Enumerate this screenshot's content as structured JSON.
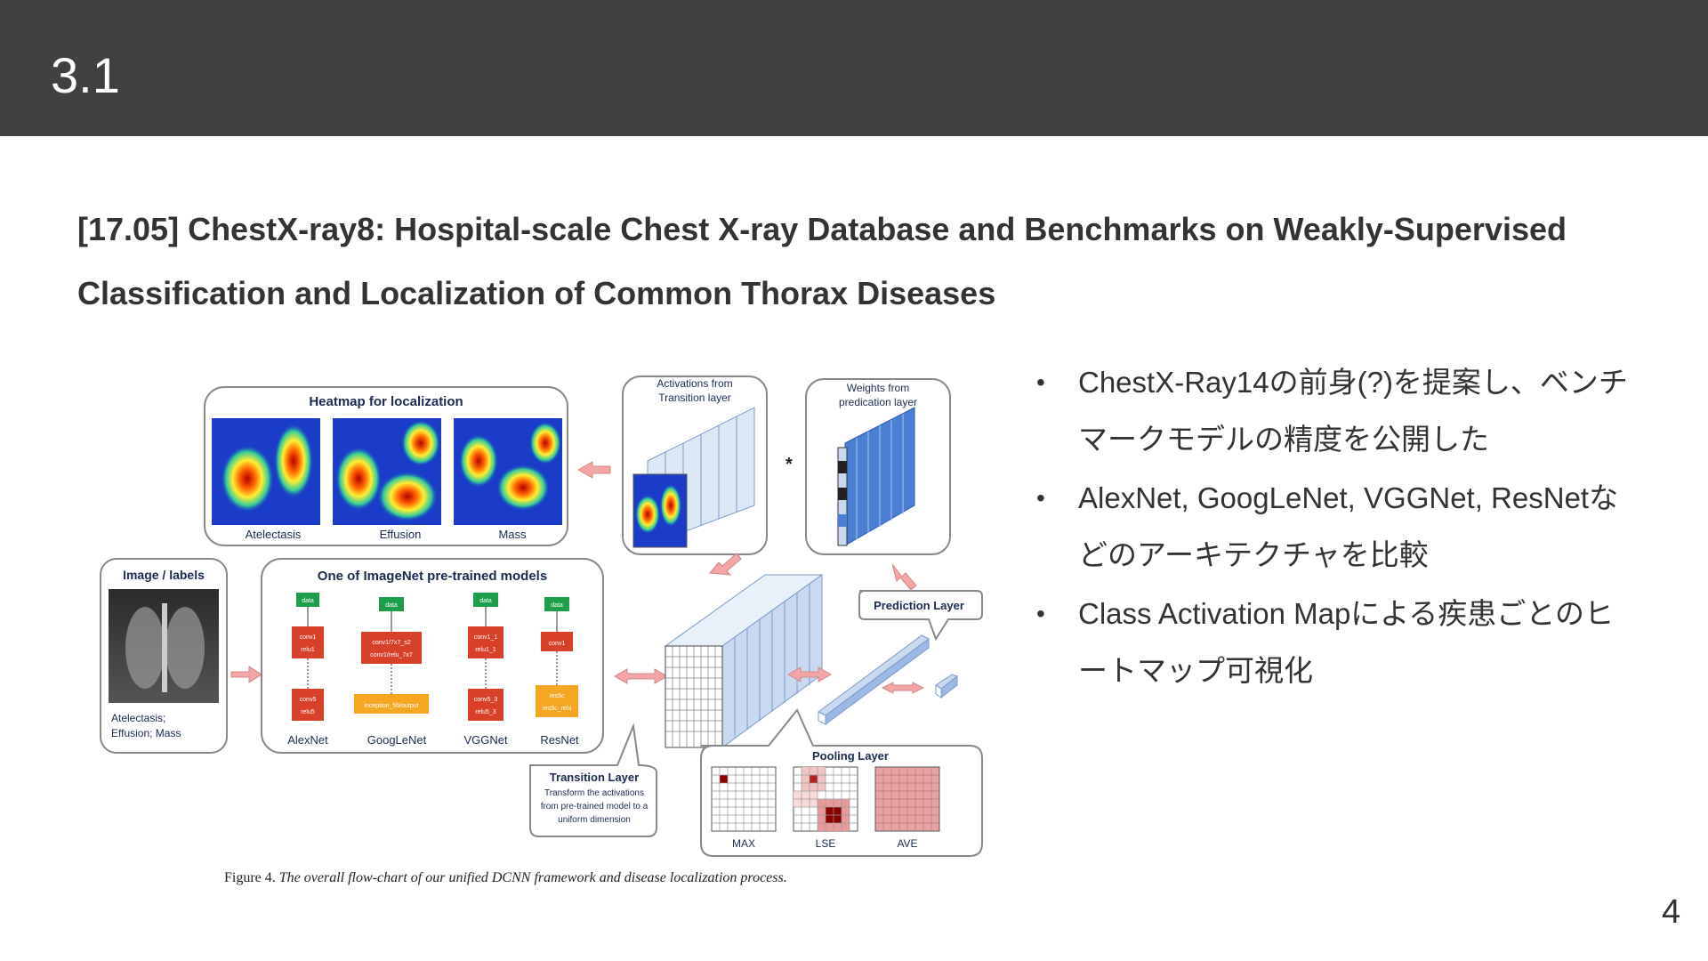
{
  "header": {
    "section_number": "3.1"
  },
  "title": {
    "line1": "[17.05] ChestX-ray8: Hospital-scale Chest X-ray Database and Benchmarks on Weakly-Supervised",
    "line2": "Classification and Localization of Common Thorax Diseases"
  },
  "figure": {
    "heatmap_title": "Heatmap for localization",
    "heatmap_labels": [
      "Atelectasis",
      "Effusion",
      "Mass"
    ],
    "activations_label": [
      "Activations from",
      "Transition layer"
    ],
    "weights_label": [
      "Weights from",
      "predication layer"
    ],
    "multiply_symbol": "*",
    "image_labels_title": "Image / labels",
    "image_labels_caption": [
      "Atelectasis;",
      "Effusion; Mass"
    ],
    "models_title": "One of ImageNet pre-trained models",
    "models": [
      {
        "name": "AlexNet",
        "top": "data",
        "mid": [
          "conv1",
          "relu1"
        ],
        "bottom": [
          "conv5",
          "relu5"
        ]
      },
      {
        "name": "GoogLeNet",
        "top": "data",
        "mid": [
          "conv1/7x7_s2",
          "conv1/relu_7x7"
        ],
        "bottom": [
          "inception_5b/output"
        ]
      },
      {
        "name": "VGGNet",
        "top": "data",
        "mid": [
          "conv1_1",
          "relu1_1"
        ],
        "bottom": [
          "conv5_3",
          "relu5_3"
        ]
      },
      {
        "name": "ResNet",
        "top": "data",
        "mid": [
          "conv1"
        ],
        "bottom": [
          "res5c",
          "res5c_relu"
        ]
      }
    ],
    "prediction_layer": "Prediction Layer",
    "transition_title": "Transition Layer",
    "transition_text": [
      "Transform the activations",
      "from pre-trained model to a",
      "uniform dimension"
    ],
    "pooling_title": "Pooling Layer",
    "pooling_labels": [
      "MAX",
      "LSE",
      "AVE"
    ],
    "caption_label": "Figure 4.",
    "caption_text": "The overall flow-chart of our unified DCNN framework and disease localization process."
  },
  "bullets": [
    "ChestX-Ray14の前身(?)を提案し、ベンチマークモデルの精度を公開した",
    "AlexNet, GoogLeNet, VGGNet, ResNetなどのアーキテクチャを比較",
    "Class Activation Mapによる疾患ごとのヒートマップ可視化"
  ],
  "page_number": "4",
  "colors": {
    "header_bg": "#404040",
    "block_red": "#d9402a",
    "block_green": "#1e9e4a",
    "block_orange": "#f5a623",
    "arrow_pink": "#f4a6a6"
  }
}
